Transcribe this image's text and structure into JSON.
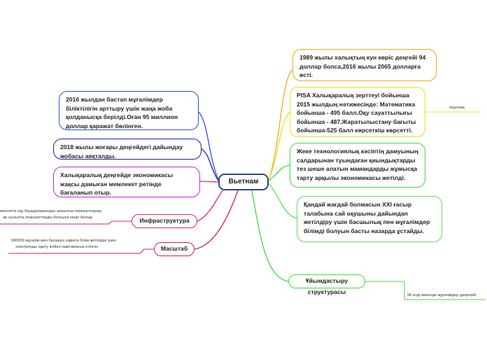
{
  "central": {
    "label": "Вьетнам"
  },
  "colors": {
    "orange": "#f7a51b",
    "yellow": "#e6e01a",
    "green": "#3fdd3f",
    "lime": "#5be05b",
    "blue": "#2a4ee8",
    "navy": "#20209a",
    "purple": "#c128c9",
    "magenta": "#d4238b",
    "crimson": "#d41c5e"
  },
  "right": [
    {
      "text": "1989 жылы халықтың кун көріс деңгейі 94 доллар болса,2016 жылы 2065 долларға өсті."
    },
    {
      "text": "PISA Халықаралық зерттеуі бойынша 2015 жылдың нәтижесінде: Математика бойынша - 495  балл.Оқу сауаттылығы бойынша - 487.Жаратылыстану бағыты бойынша-525 балл көрсеткіш көрсетті.",
      "note": "подтема"
    },
    {
      "text": "Жеке технологиялық кәсіптің дамуының салдарынан  туындаған қиындықтарды тез шеше алатын мамандарды жұмысқа тарту арқылы экономикасы жетілді."
    },
    {
      "text": "Қандай жағдай болмасын XXI ғасыр талабына сай оқушыны дайындап жетілдіру үшін басшылық пен мұғалімдер білімді болуын басты назарда ұстайды."
    },
    {
      "text": "Ұйымдастыру структурасы",
      "note": "58  елді мекенде  мұғалімдер даярлайт"
    }
  ],
  "left": [
    {
      "text": "2016 жылдан бастап мұғалімдер біліктілігін арттыру үшін жаңа жоба қолданысқа берілді.Оған 95 миллион доллар қаражат бөлінген."
    },
    {
      "text": "2018  жылы жоғары деңгейдегі дайындау жобасы аяқталды."
    },
    {
      "text": "Халықаралық деңгейде экономикасы жақсы дамыған мемлекет ретінде бағаланып отыр."
    },
    {
      "text": "Инфраструктура",
      "note_lines": [
        "мектепте оқу бағдарламалары жазылған компьютерлер",
        "әр сыныпта планшеттердің болуына көңіл бөледі"
      ]
    },
    {
      "text": "Масштаб",
      "note_lines": [
        "900000 мұғалім мен басшыға үздіксіз білім жетілдіру үшін",
        "электронды оқыту жүйесі қамтамасыз етілген"
      ]
    }
  ]
}
